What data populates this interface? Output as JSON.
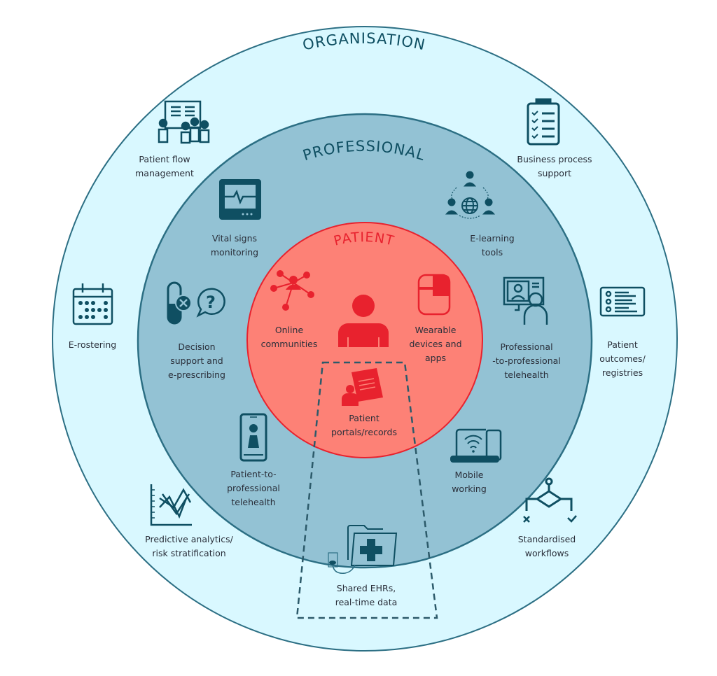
{
  "title": "Digital health technologies by level",
  "colors": {
    "organisation_fill": "#d9f8ff",
    "professional_fill": "#93c2d4",
    "patient_fill": "#fd8176",
    "ring_stroke": "#2c6f84",
    "patient_stroke": "#e8222e",
    "icon_dark": "#0f4f62",
    "icon_red": "#e8222e",
    "dashed_box": "#2c5a6a"
  },
  "rings": {
    "organisation": {
      "title": "ORGANISATION"
    },
    "professional": {
      "title": "PROFESSIONAL"
    },
    "patient": {
      "title": "PATIENT"
    }
  },
  "organisation_items": [
    {
      "icon": "presentation-board-icon",
      "lines": [
        "Patient flow",
        "management"
      ]
    },
    {
      "icon": "clipboard-checklist-icon",
      "lines": [
        "Business process",
        "support"
      ]
    },
    {
      "icon": "calendar-icon",
      "lines": [
        "E-rostering"
      ]
    },
    {
      "icon": "registry-list-icon",
      "lines": [
        "Patient",
        "outcomes/",
        "registries"
      ]
    },
    {
      "icon": "line-chart-icon",
      "lines": [
        "Predictive analytics/",
        "risk stratification"
      ]
    },
    {
      "icon": "workflow-diagram-icon",
      "lines": [
        "Standardised",
        "workflows"
      ]
    }
  ],
  "professional_items": [
    {
      "icon": "vital-signs-monitor-icon",
      "lines": [
        "Vital signs",
        "monitoring"
      ]
    },
    {
      "icon": "e-learning-network-icon",
      "lines": [
        "E-learning",
        "tools"
      ]
    },
    {
      "icon": "pill-question-icon",
      "lines": [
        "Decision",
        "support and",
        "e-prescribing"
      ]
    },
    {
      "icon": "video-call-icon",
      "lines": [
        "Professional",
        "-to-professional",
        "telehealth"
      ]
    },
    {
      "icon": "smartphone-person-icon",
      "lines": [
        "Patient-to-",
        "professional",
        "telehealth"
      ]
    },
    {
      "icon": "laptop-wifi-phone-icon",
      "lines": [
        "Mobile",
        "working"
      ]
    }
  ],
  "patient_items": [
    {
      "icon": "network-community-icon",
      "lines": [
        "Online",
        "communities"
      ]
    },
    {
      "icon": "person-icon",
      "lines": []
    },
    {
      "icon": "smartwatch-icon",
      "lines": [
        "Wearable",
        "devices and",
        "apps"
      ]
    },
    {
      "icon": "patient-record-icon",
      "lines": [
        "Patient",
        "portals/records"
      ]
    }
  ],
  "shared_item": {
    "icon": "medical-folder-icon",
    "lines": [
      "Shared EHRs,",
      "real-time data"
    ]
  }
}
